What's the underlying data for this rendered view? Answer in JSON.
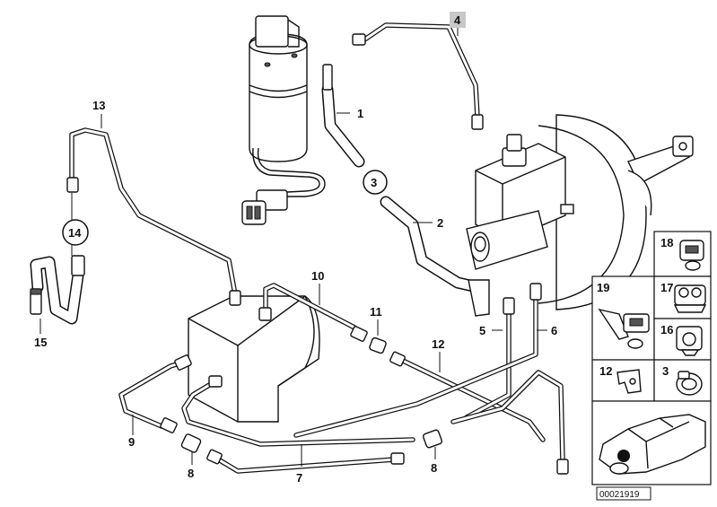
{
  "diagram": {
    "callouts": {
      "c1": "1",
      "c2": "2",
      "c3": "3",
      "c4": "4",
      "c5": "5",
      "c6": "6",
      "c7": "7",
      "c8a": "8",
      "c8b": "8",
      "c9": "9",
      "c10": "10",
      "c11": "11",
      "c12": "12",
      "c13": "13",
      "c14": "14",
      "c15": "15"
    },
    "panel": {
      "p18": "18",
      "p17": "17",
      "p19": "19",
      "p16": "16",
      "p12": "12",
      "p3": "3"
    },
    "image_code": "00021919"
  }
}
